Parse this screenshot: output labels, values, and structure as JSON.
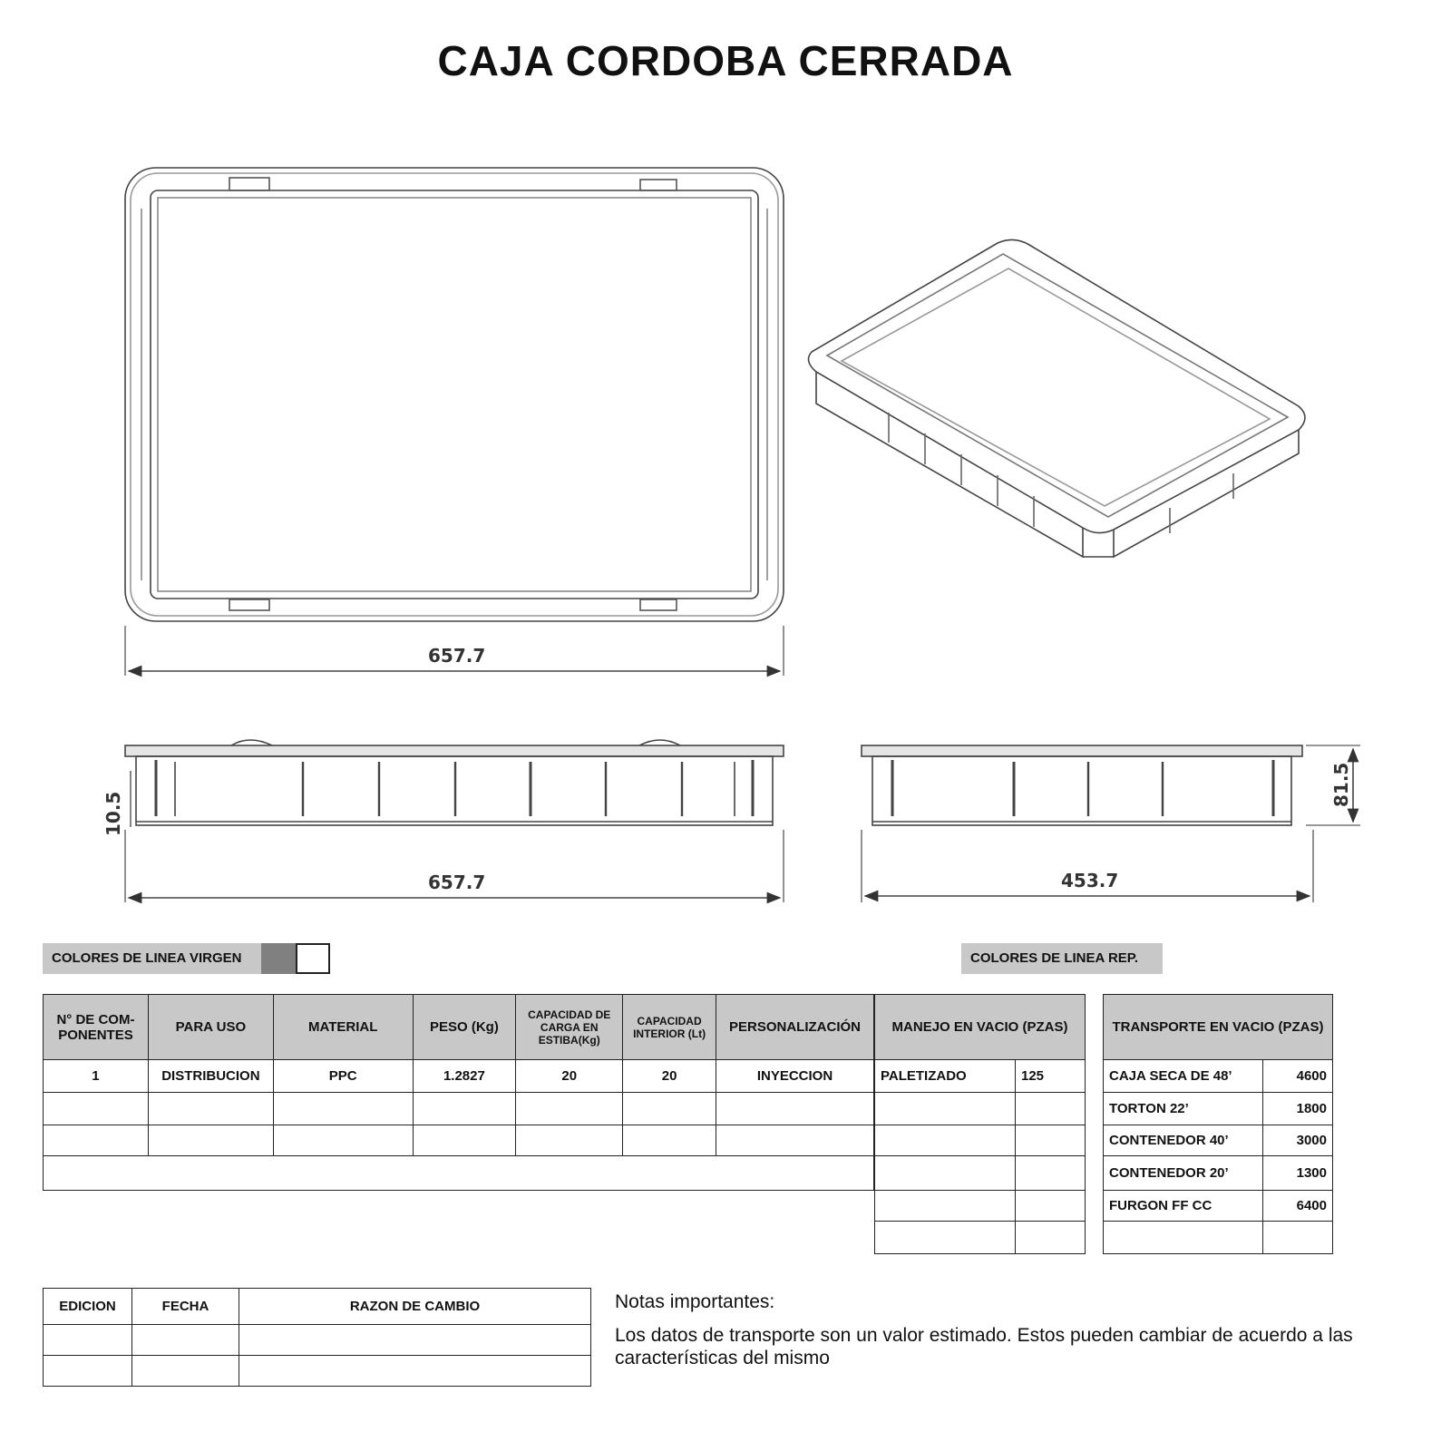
{
  "title": "CAJA CORDOBA CERRADA",
  "dimensions": {
    "top_width": "657.7",
    "front_width": "657.7",
    "front_height": "10.5",
    "side_width": "453.7",
    "side_height": "81.5"
  },
  "legend": {
    "virgin_label": "COLORES DE LINEA VIRGEN",
    "rep_label": "COLORES DE LINEA REP.",
    "swatch_dark": "#808080",
    "swatch_light": "#ffffff"
  },
  "specs": {
    "headers": [
      "N° DE COM-PONENTES",
      "PARA USO",
      "MATERIAL",
      "PESO (Kg)",
      "CAPACIDAD DE CARGA EN ESTIBA(Kg)",
      "CAPACIDAD INTERIOR (Lt)",
      "PERSONALIZACIÓN"
    ],
    "row": [
      "1",
      "DISTRIBUCION",
      "PPC",
      "1.2827",
      "20",
      "20",
      "INYECCION"
    ]
  },
  "handling": {
    "header": "MANEJO EN VACIO  (PZAS)",
    "label": "PALETIZADO",
    "value": "125"
  },
  "transport": {
    "header": "TRANSPORTE  EN VACIO (PZAS)",
    "rows": [
      {
        "label": "CAJA SECA DE 48’",
        "value": "4600"
      },
      {
        "label": "TORTON 22’",
        "value": "1800"
      },
      {
        "label": "CONTENEDOR 40’",
        "value": "3000"
      },
      {
        "label": "CONTENEDOR 20’",
        "value": "1300"
      },
      {
        "label": "FURGON FF CC",
        "value": "6400"
      }
    ]
  },
  "revisions": {
    "headers": [
      "EDICION",
      "FECHA",
      "RAZON DE CAMBIO"
    ]
  },
  "notes": {
    "heading": "Notas importantes:",
    "body": "Los datos de transporte son un valor estimado. Estos pueden cambiar de acuerdo a las características del mismo"
  }
}
